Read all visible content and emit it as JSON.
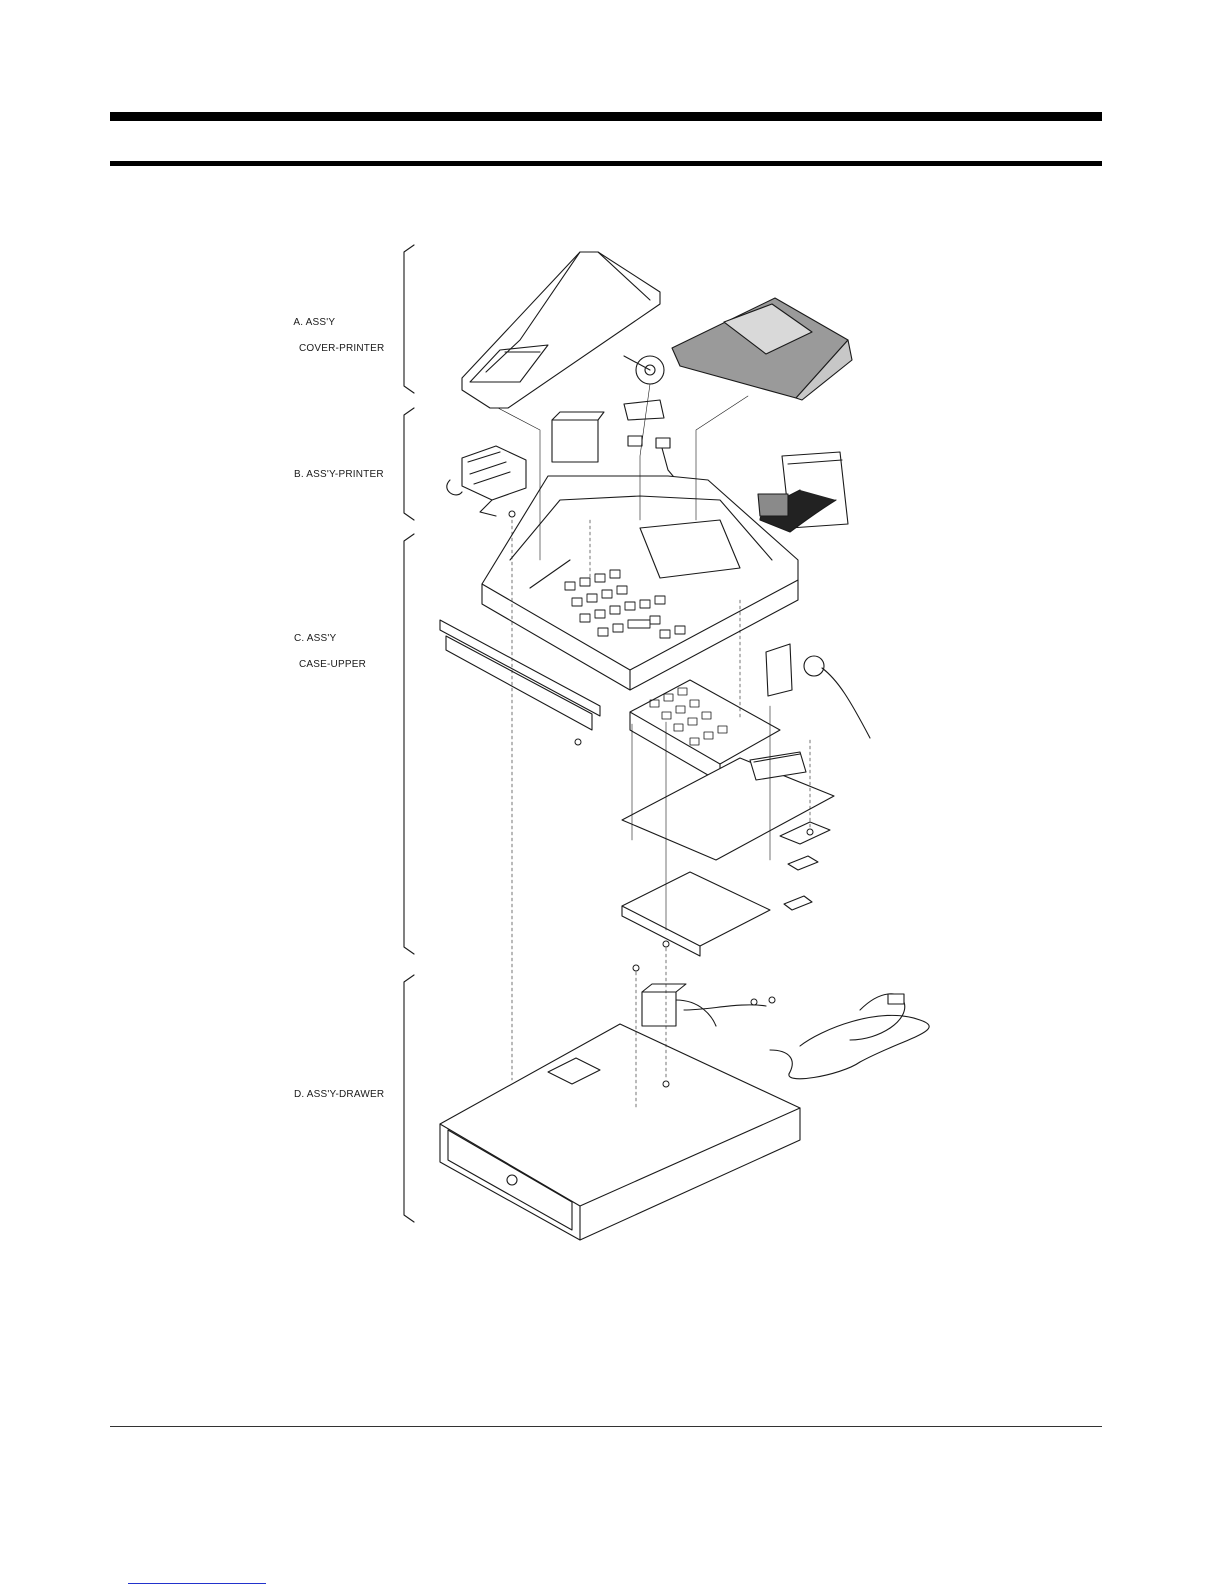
{
  "groups": [
    {
      "line1": "A. ASS'Y",
      "line2": "COVER-PRINTER"
    },
    {
      "line1": "B. ASS'Y-PRINTER",
      "line2": ""
    },
    {
      "line1": "C. ASS'Y",
      "line2": "CASE-UPPER"
    },
    {
      "line1": "D. ASS'Y-DRAWER",
      "line2": ""
    }
  ],
  "colors": {
    "line": "#1a1a1a",
    "display_panel": "#9a9a9a",
    "footer_link": "#2233cc"
  }
}
